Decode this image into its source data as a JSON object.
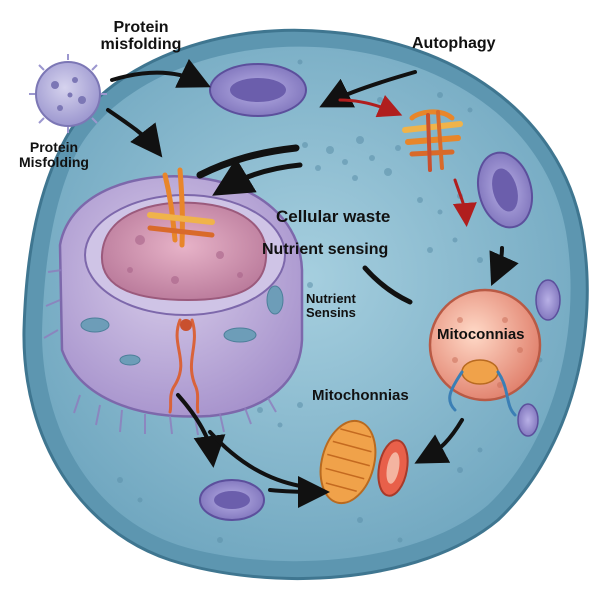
{
  "labels": {
    "protein_misfolding_top": "Protein\nmisfolding",
    "protein_misfolding_side": "Protein\nMisfolding",
    "autophagy": "Autophagy",
    "cellular_waste": "Cellular waste",
    "nutrient_sensing": "Nutrient sensing",
    "nutrient_sensins": "Nutrient\nSensins",
    "mitoconnias": "Mitoconnias",
    "mitochonnias": "Mitochonnias"
  },
  "colors": {
    "cytoplasm": "#7fb3c9",
    "cell_membrane": "#5d96b0",
    "nucleus": "#b8a8d6",
    "nucleolus": "#c98aa8",
    "mitochondrion": "#f0a24a",
    "lysosome": "#e58b7a",
    "vesicle": "#8a7fc4",
    "arrow_black": "#111111",
    "arrow_red": "#b01e1e"
  }
}
